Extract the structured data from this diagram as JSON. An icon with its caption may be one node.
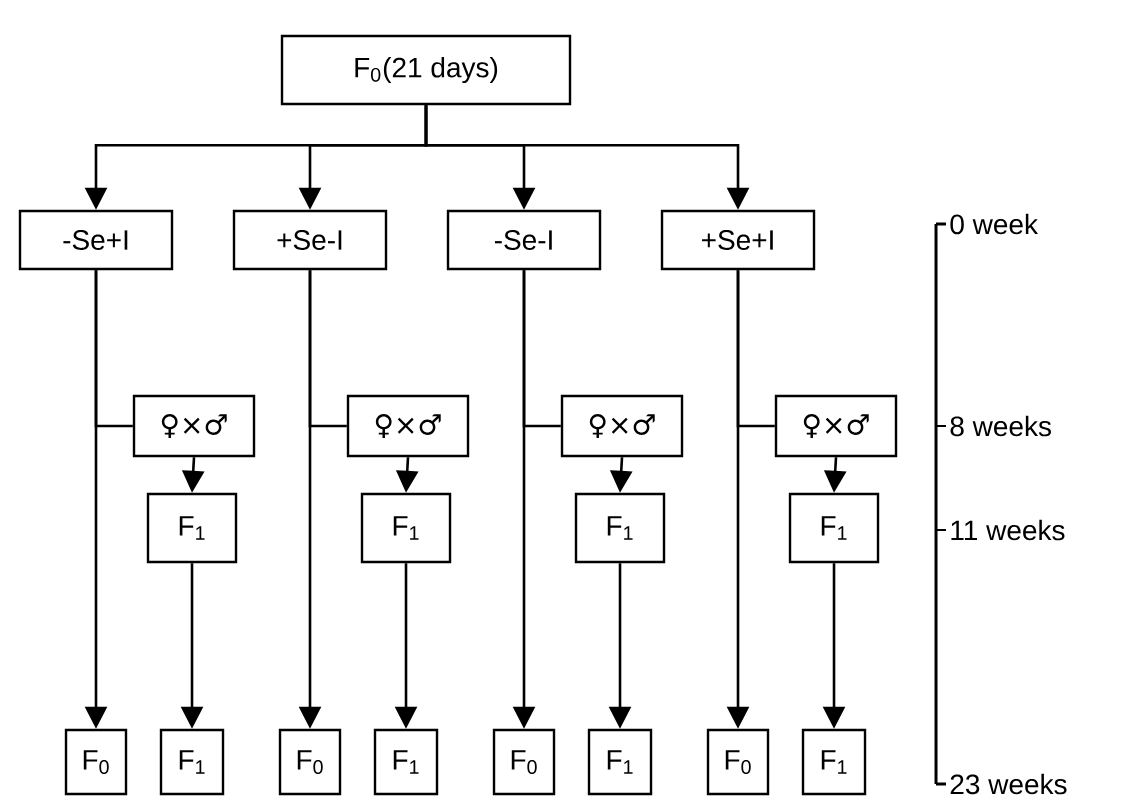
{
  "diagram": {
    "nodes": [
      {
        "text": [
          "F$_{0}$(21 days)"
        ]
      },
      {
        "text": [
          "-Se+I"
        ]
      },
      {
        "text": [
          "+Se-I"
        ]
      },
      {
        "text": [
          "-Se-I"
        ]
      },
      {
        "text": [
          "+Se+I"
        ]
      },
      {
        "text": [
          "♀×♂"
        ]
      },
      {
        "text": [
          "♀×♂"
        ]
      },
      {
        "text": [
          "♀×♂"
        ]
      },
      {
        "text": [
          "♀×♂"
        ]
      },
      {
        "text": [
          "F$_{1}$"
        ]
      },
      {
        "text": [
          "F$_{1}$"
        ]
      },
      {
        "text": [
          "F$_{1}$"
        ]
      },
      {
        "text": [
          "F$_{1}$"
        ]
      },
      {
        "text": [
          "F$_{0}$"
        ]
      },
      {
        "text": [
          "F$_{1}$"
        ]
      },
      {
        "text": [
          "F$_{0}$"
        ]
      },
      {
        "text": [
          "F$_{1}$"
        ]
      },
      {
        "text": [
          "F$_{0}$"
        ]
      },
      {
        "text": [
          "F$_{1}$"
        ]
      },
      {
        "text": [
          "F$_{0}$"
        ]
      },
      {
        "text": [
          "F$_{1}$"
        ]
      }
    ],
    "edges": [
      {
        "from": 0,
        "to": 1,
        "arrow": "to"
      },
      {
        "from": 0,
        "to": 2,
        "arrow": "to"
      },
      {
        "from": 0,
        "to": 3,
        "arrow": "to"
      },
      {
        "from": 0,
        "to": 4,
        "arrow": "to"
      },
      {
        "from": 1,
        "to": 13,
        "arrow": "to"
      },
      {
        "from": 2,
        "to": 15,
        "arrow": "to"
      },
      {
        "from": 3,
        "to": 17,
        "arrow": "to"
      },
      {
        "from": 4,
        "to": 19,
        "arrow": "to"
      },
      {
        "from": 1,
        "to": 5,
        "arrow": "none"
      },
      {
        "from": 2,
        "to": 6,
        "arrow": "none"
      },
      {
        "from": 3,
        "to": 7,
        "arrow": "none"
      },
      {
        "from": 4,
        "to": 8,
        "arrow": "none"
      },
      {
        "from": 5,
        "to": 9,
        "arrow": "to"
      },
      {
        "from": 6,
        "to": 10,
        "arrow": "to"
      },
      {
        "from": 7,
        "to": 11,
        "arrow": "to"
      },
      {
        "from": 8,
        "to": 12,
        "arrow": "to"
      },
      {
        "from": 9,
        "to": 14,
        "arrow": "to"
      },
      {
        "from": 10,
        "to": 16,
        "arrow": "to"
      },
      {
        "from": 11,
        "to": 18,
        "arrow": "to"
      },
      {
        "from": 12,
        "to": 20,
        "arrow": "to"
      }
    ],
    "labels": [
      "0 week",
      "8 weeks",
      "11 weeks",
      "23 weeks"
    ]
  }
}
